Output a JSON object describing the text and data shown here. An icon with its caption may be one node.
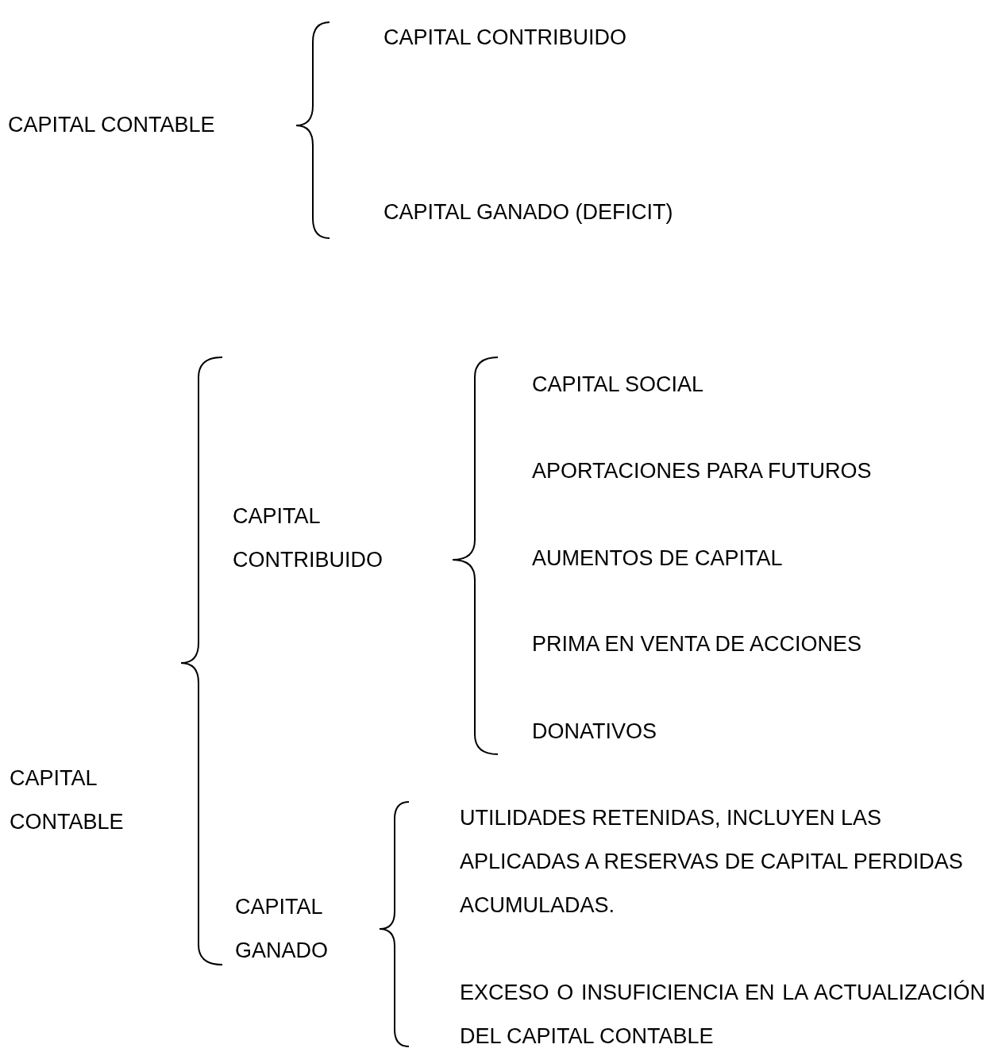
{
  "diagram": {
    "labels": [
      "CAPITAL CONTRIBUIDO",
      "CAPITAL CONTABLE",
      "CAPITAL GANADO (DEFICIT)",
      "CAPITAL SOCIAL",
      "APORTACIONES PARA FUTUROS",
      "CAPITAL CONTRIBUIDO",
      "AUMENTOS DE CAPITAL",
      "PRIMA EN VENTA DE ACCIONES",
      "DONATIVOS",
      "CAPITAL CONTABLE",
      "UTILIDADES RETENIDAS, INCLUYEN LAS APLICADAS A RESERVAS DE CAPITAL PERDIDAS ACUMULADAS.",
      "CAPITAL GANADO",
      "EXCESO O INSUFICIENCIA EN LA ACTUALIZACIÓN DEL CAPITAL CONTABLE"
    ]
  }
}
